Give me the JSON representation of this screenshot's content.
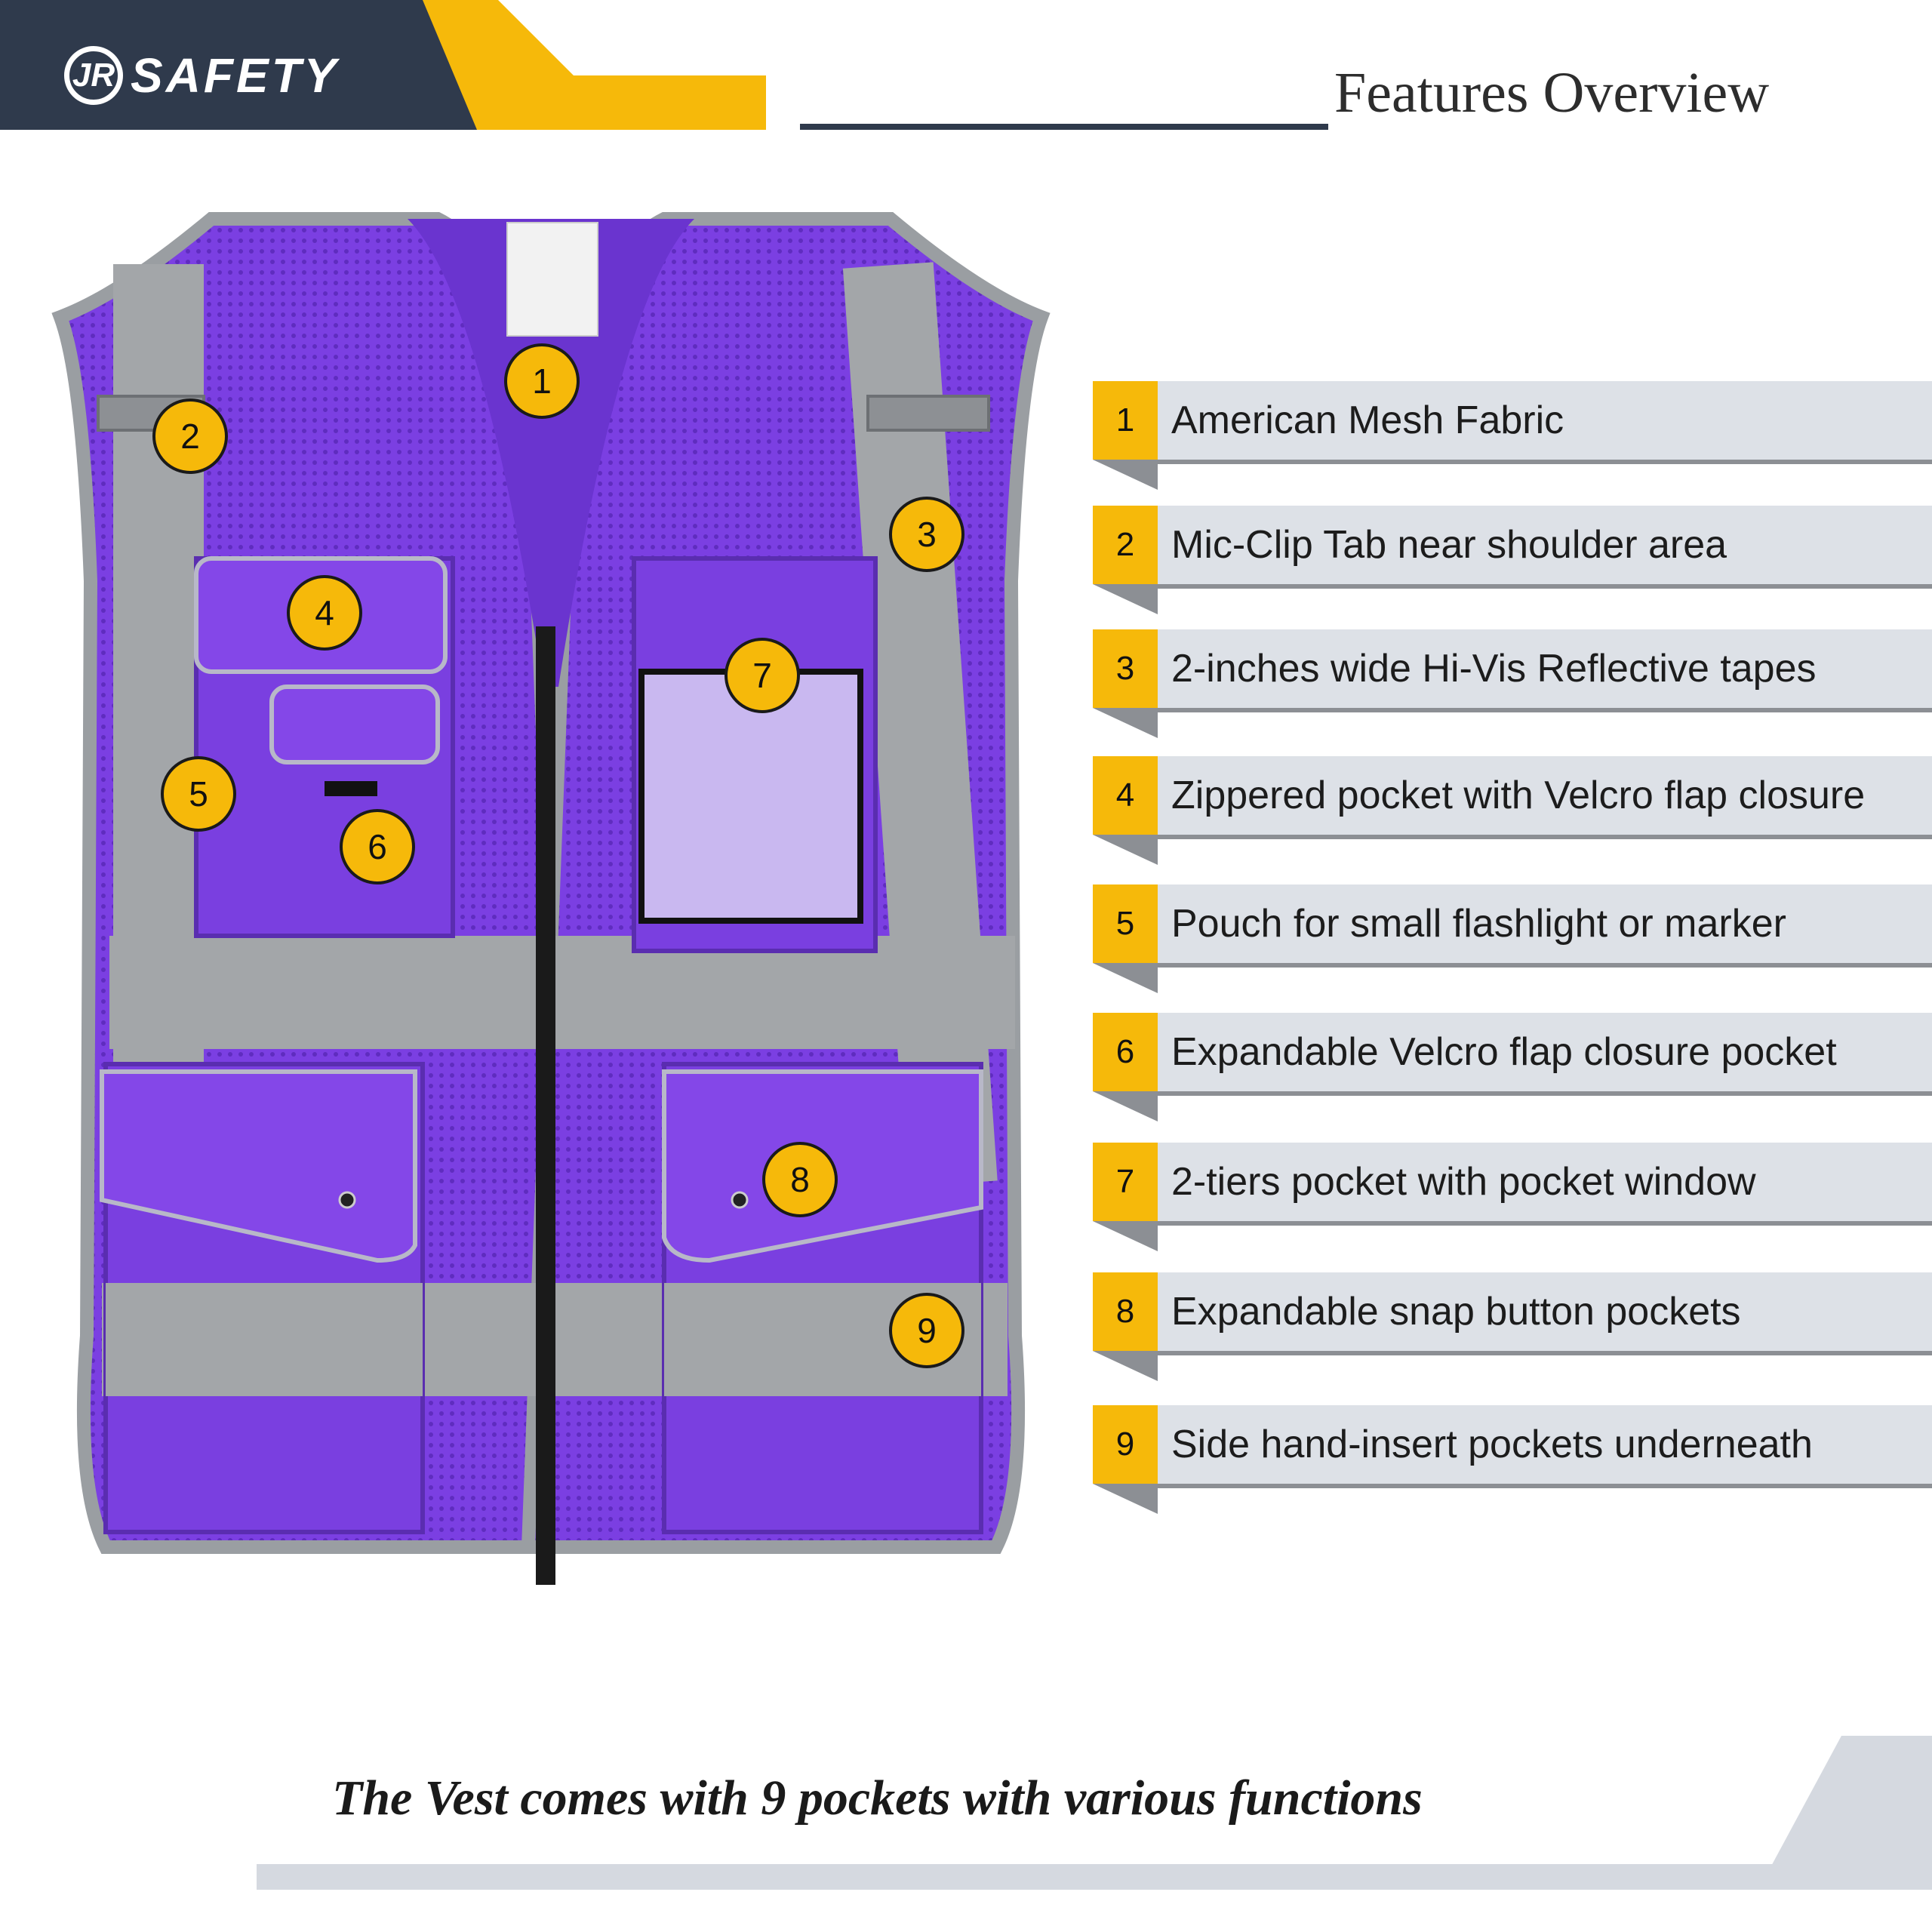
{
  "brand": {
    "logo_mark": "JR",
    "logo_text": "SAFETY"
  },
  "title": "Features Overview",
  "colors": {
    "accent": "#f6b90a",
    "header": "#2f3a4c",
    "vest": "#7a3fe0",
    "reflective": "#a3a6a9",
    "bar": "#dde1e7"
  },
  "markers": [
    "1",
    "2",
    "3",
    "4",
    "5",
    "6",
    "7",
    "8",
    "9"
  ],
  "features": [
    {
      "num": "1",
      "text": "American Mesh Fabric"
    },
    {
      "num": "2",
      "text": "Mic-Clip Tab near shoulder area"
    },
    {
      "num": "3",
      "text": "2-inches wide Hi-Vis Reflective tapes"
    },
    {
      "num": "4",
      "text": "Zippered pocket with Velcro flap closure"
    },
    {
      "num": "5",
      "text": "Pouch for small flashlight or marker"
    },
    {
      "num": "6",
      "text": "Expandable Velcro flap closure pocket"
    },
    {
      "num": "7",
      "text": "2-tiers pocket with pocket window"
    },
    {
      "num": "8",
      "text": "Expandable snap button pockets"
    },
    {
      "num": "9",
      "text": "Side hand-insert pockets underneath"
    }
  ],
  "tagline": "The Vest comes with 9 pockets with various functions"
}
